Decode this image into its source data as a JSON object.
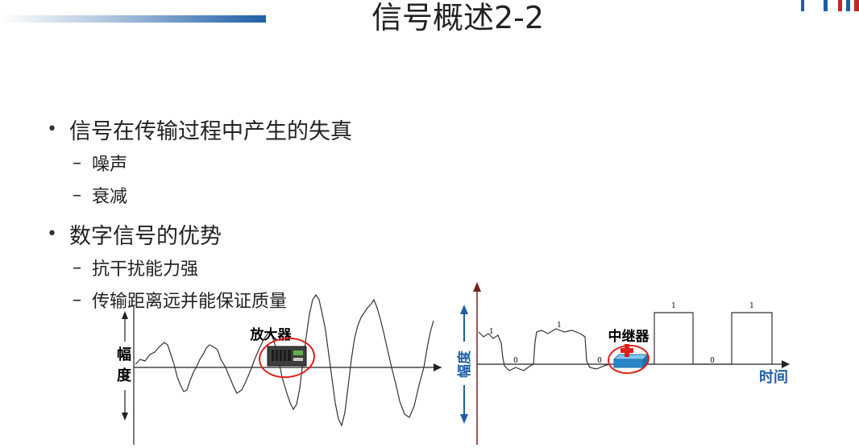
{
  "slide": {
    "title": "信号概述2-2",
    "bullets": [
      {
        "text": "信号在传输过程中产生的失真",
        "children": [
          "噪声",
          "衰减"
        ]
      },
      {
        "text": "数字信号的优势",
        "children": [
          "抗干扰能力强",
          "传输距离远并能保证质量"
        ]
      }
    ]
  },
  "figure_left": {
    "axis_label": "幅度",
    "device_label": "放大器"
  },
  "figure_right": {
    "axis_label": "幅度",
    "x_axis_label": "时间",
    "device_label": "中继器",
    "bit_labels": [
      "1",
      "0",
      "1",
      "0",
      "1",
      "0",
      "1"
    ]
  },
  "colors": {
    "accent_blue": "#1f5ea7",
    "axis_dark_red": "#7b1e1e",
    "highlight_red": "#e0201b"
  }
}
